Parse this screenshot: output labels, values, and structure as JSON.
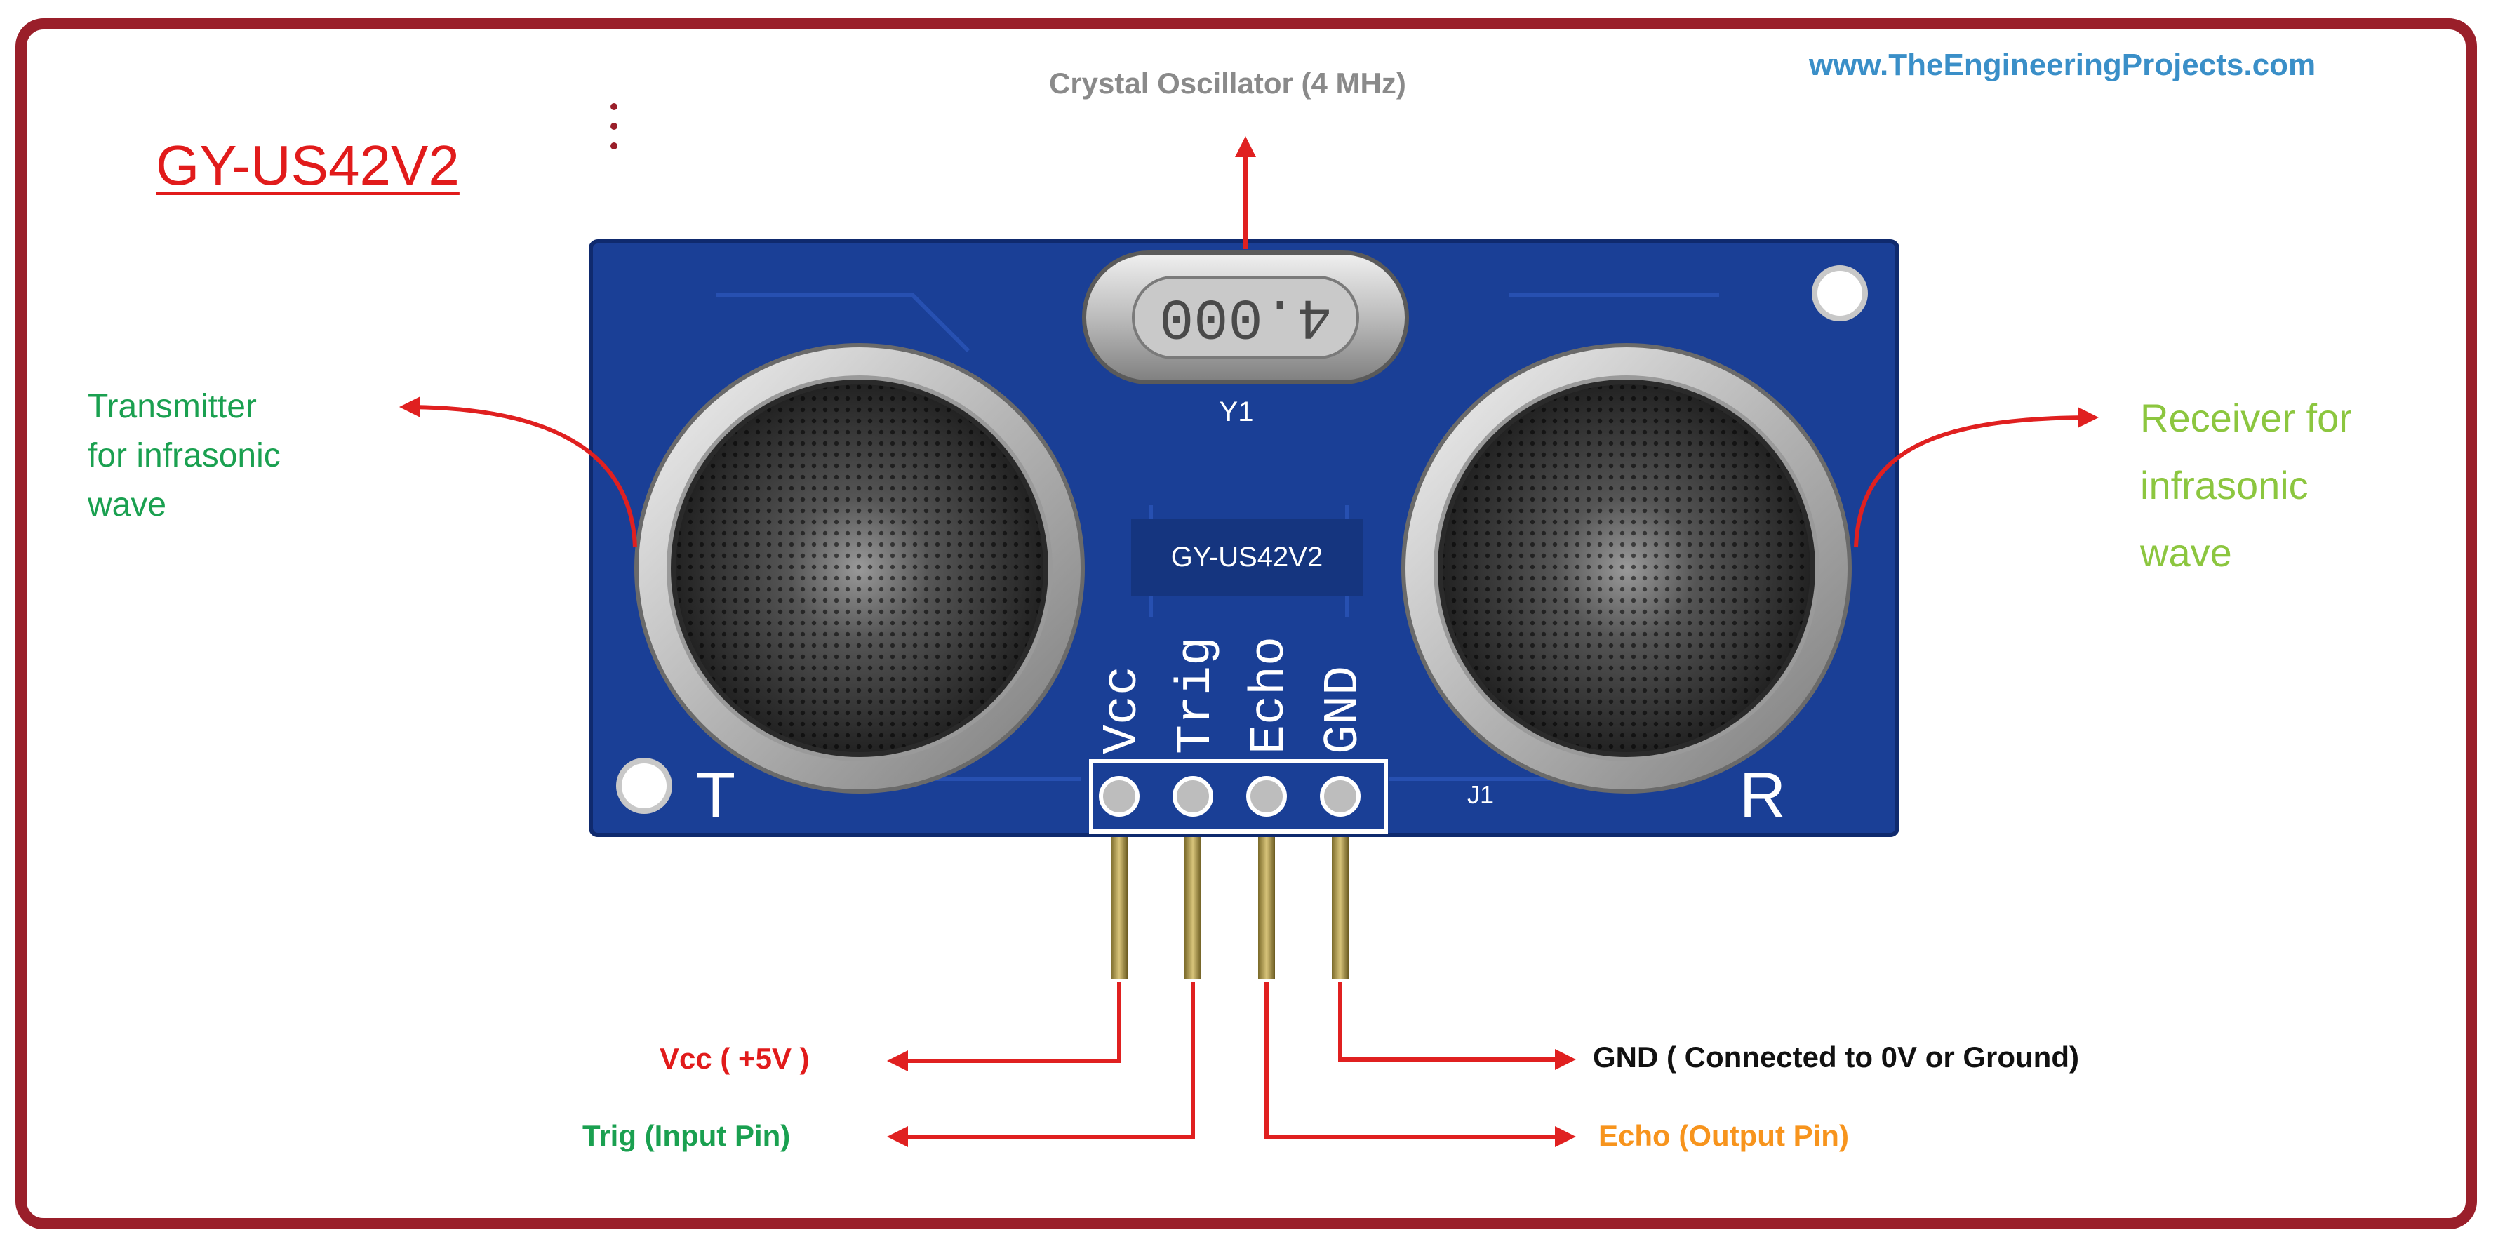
{
  "title": "GY-US42V2",
  "website": "www.TheEngineeringProjects.com",
  "crystal_label": "Crystal Oscillator (4 MHz)",
  "transmitter_label": [
    "Transmitter",
    "for infrasonic",
    "wave"
  ],
  "receiver_label": [
    "Receiver for",
    "infrasonic",
    "wave"
  ],
  "board": {
    "model_text": "GY-US42V2",
    "crystal_marking": "4.000",
    "crystal_ref": "Y1",
    "header_ref": "J1",
    "transmitter_mark": "T",
    "receiver_mark": "R",
    "pin_labels": [
      "Vcc",
      "Trig",
      "Echo",
      "GND"
    ]
  },
  "pins": {
    "vcc": "Vcc ( +5V )",
    "trig": "Trig (Input Pin)",
    "gnd": "GND ( Connected to 0V or Ground)",
    "echo": "Echo (Output Pin)"
  },
  "colors": {
    "border": "#9a1f2a",
    "arrow": "#e02020",
    "title": "#e11b1b",
    "transmitter": "#1aa050",
    "receiver": "#8cc63f",
    "echo": "#f7941d",
    "vcc": "#e11b1b",
    "trig": "#1aa050",
    "gnd": "#111111",
    "crystal_label": "#8a8a8a",
    "website": "#3a8fc8",
    "board": "#1a3f96"
  }
}
